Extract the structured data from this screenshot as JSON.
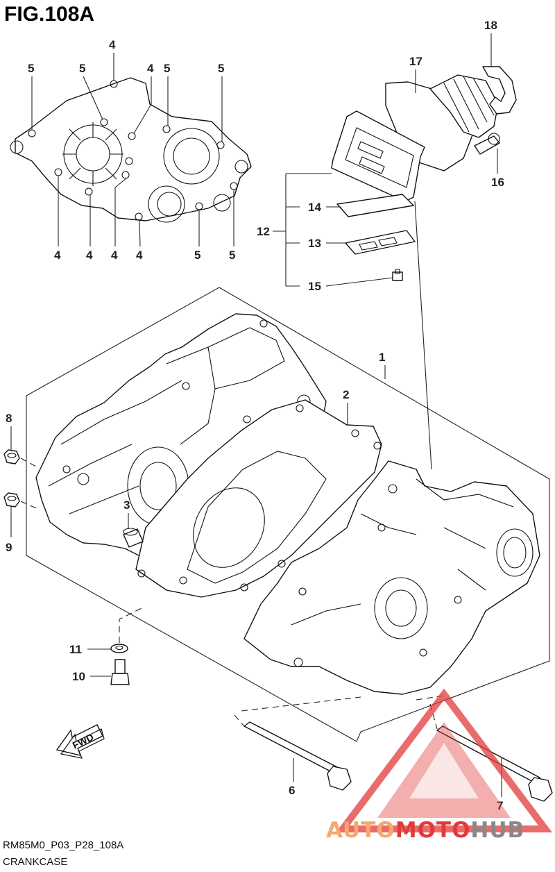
{
  "figure": {
    "title": "FIG.108A",
    "code": "RM85M0_P03_P28_108A",
    "name": "CRANKCASE"
  },
  "callouts": {
    "c1": "1",
    "c2": "2",
    "c3": "3",
    "c4": "4",
    "c5": "5",
    "c6": "6",
    "c7": "7",
    "c8": "8",
    "c9": "9",
    "c10": "10",
    "c11": "11",
    "c12": "12",
    "c13": "13",
    "c14": "14",
    "c15": "15",
    "c16": "16",
    "c17": "17",
    "c18": "18"
  },
  "fwd_label": "FWD",
  "watermark": {
    "text_part1": "AUTO",
    "text_part2": "MOTO",
    "text_part3": "HUB",
    "color_primary": "#f6a86d",
    "color_secondary": "#e23a3a",
    "color_hub": "#888888"
  }
}
